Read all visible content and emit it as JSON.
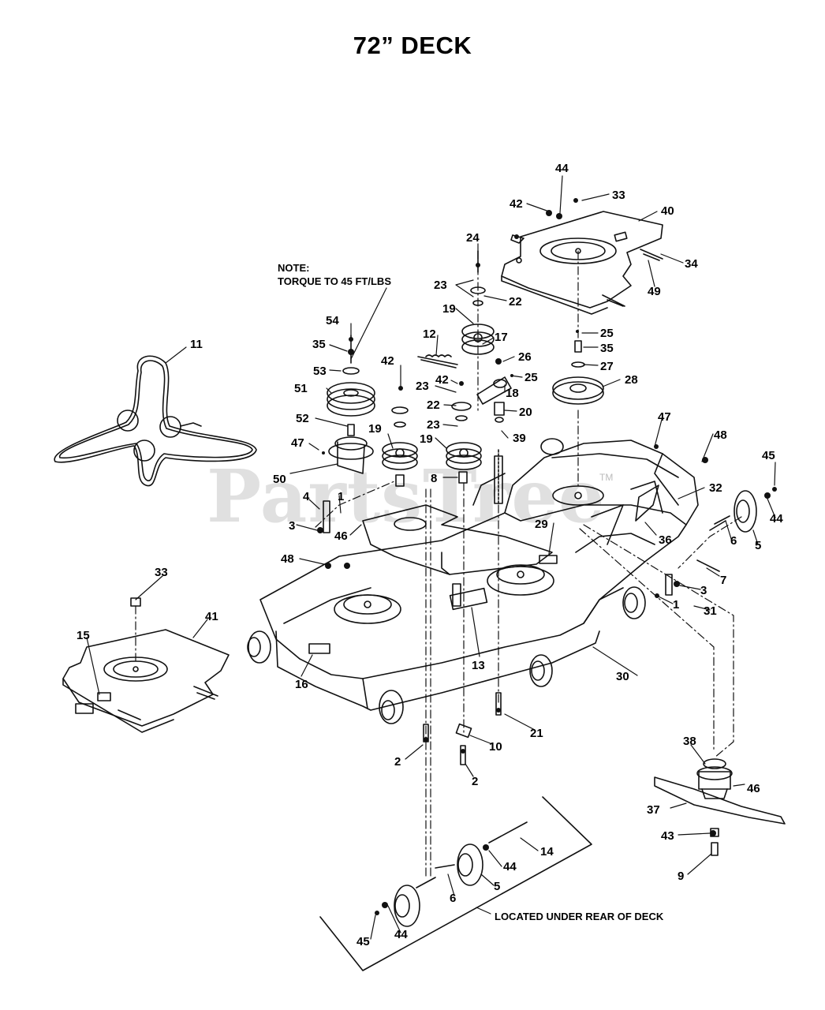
{
  "title": "72” DECK",
  "note": {
    "line1": "NOTE:",
    "line2": "TORQUE TO 45 FT/LBS"
  },
  "location_note": "LOCATED UNDER REAR OF DECK",
  "watermark": "PartsTree",
  "watermark_mark": "TM",
  "callouts": [
    {
      "id": "c44a",
      "label": "44"
    },
    {
      "id": "c33a",
      "label": "33"
    },
    {
      "id": "c42a",
      "label": "42"
    },
    {
      "id": "c40",
      "label": "40"
    },
    {
      "id": "c34",
      "label": "34"
    },
    {
      "id": "c49",
      "label": "49"
    },
    {
      "id": "c24",
      "label": "24"
    },
    {
      "id": "c23a",
      "label": "23"
    },
    {
      "id": "c22a",
      "label": "22"
    },
    {
      "id": "c19a",
      "label": "19"
    },
    {
      "id": "c12",
      "label": "12"
    },
    {
      "id": "c17",
      "label": "17"
    },
    {
      "id": "c26",
      "label": "26"
    },
    {
      "id": "c25a",
      "label": "25"
    },
    {
      "id": "c18",
      "label": "18"
    },
    {
      "id": "c42b",
      "label": "42"
    },
    {
      "id": "c42c",
      "label": "42"
    },
    {
      "id": "c23b",
      "label": "23"
    },
    {
      "id": "c22b",
      "label": "22"
    },
    {
      "id": "c20",
      "label": "20"
    },
    {
      "id": "c23c",
      "label": "23"
    },
    {
      "id": "c39",
      "label": "39"
    },
    {
      "id": "c19b",
      "label": "19"
    },
    {
      "id": "c19c",
      "label": "19"
    },
    {
      "id": "c8",
      "label": "8"
    },
    {
      "id": "c25b",
      "label": "25"
    },
    {
      "id": "c35a",
      "label": "35"
    },
    {
      "id": "c27",
      "label": "27"
    },
    {
      "id": "c28",
      "label": "28"
    },
    {
      "id": "c54",
      "label": "54"
    },
    {
      "id": "c35b",
      "label": "35"
    },
    {
      "id": "c53",
      "label": "53"
    },
    {
      "id": "c51",
      "label": "51"
    },
    {
      "id": "c52",
      "label": "52"
    },
    {
      "id": "c47a",
      "label": "47"
    },
    {
      "id": "c50",
      "label": "50"
    },
    {
      "id": "c11",
      "label": "11"
    },
    {
      "id": "c4",
      "label": "4"
    },
    {
      "id": "c1a",
      "label": "1"
    },
    {
      "id": "c3a",
      "label": "3"
    },
    {
      "id": "c46a",
      "label": "46"
    },
    {
      "id": "c48a",
      "label": "48"
    },
    {
      "id": "c47b",
      "label": "47"
    },
    {
      "id": "c48b",
      "label": "48"
    },
    {
      "id": "c45a",
      "label": "45"
    },
    {
      "id": "c44b",
      "label": "44"
    },
    {
      "id": "c32",
      "label": "32"
    },
    {
      "id": "c36",
      "label": "36"
    },
    {
      "id": "c29",
      "label": "29"
    },
    {
      "id": "c6a",
      "label": "6"
    },
    {
      "id": "c5a",
      "label": "5"
    },
    {
      "id": "c7",
      "label": "7"
    },
    {
      "id": "c3b",
      "label": "3"
    },
    {
      "id": "c1b",
      "label": "1"
    },
    {
      "id": "c31",
      "label": "31"
    },
    {
      "id": "c33b",
      "label": "33"
    },
    {
      "id": "c41",
      "label": "41"
    },
    {
      "id": "c15",
      "label": "15"
    },
    {
      "id": "c16",
      "label": "16"
    },
    {
      "id": "c13",
      "label": "13"
    },
    {
      "id": "c30",
      "label": "30"
    },
    {
      "id": "c21",
      "label": "21"
    },
    {
      "id": "c10",
      "label": "10"
    },
    {
      "id": "c2a",
      "label": "2"
    },
    {
      "id": "c2b",
      "label": "2"
    },
    {
      "id": "c38",
      "label": "38"
    },
    {
      "id": "c46b",
      "label": "46"
    },
    {
      "id": "c37",
      "label": "37"
    },
    {
      "id": "c43",
      "label": "43"
    },
    {
      "id": "c9",
      "label": "9"
    },
    {
      "id": "c14",
      "label": "14"
    },
    {
      "id": "c44c",
      "label": "44"
    },
    {
      "id": "c5b",
      "label": "5"
    },
    {
      "id": "c6b",
      "label": "6"
    },
    {
      "id": "c44d",
      "label": "44"
    },
    {
      "id": "c45b",
      "label": "45"
    }
  ]
}
